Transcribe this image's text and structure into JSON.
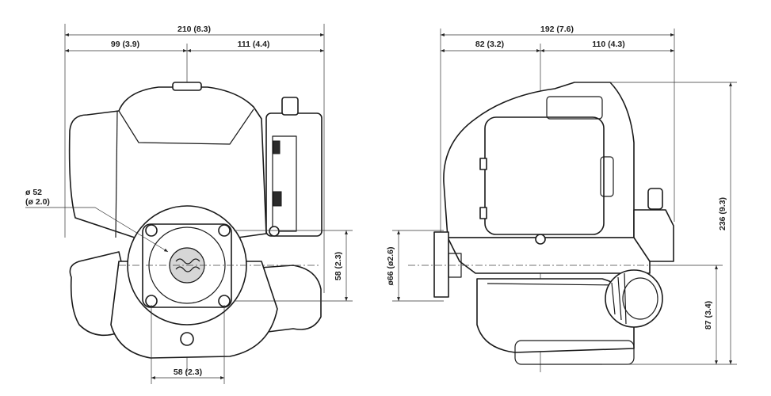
{
  "front_view": {
    "overall_width": "210 (8.3)",
    "left_width": "99 (3.9)",
    "right_width": "111 (4.4)",
    "bore_diameter_line1": "ø 52",
    "bore_diameter_line2": "(ø 2.0)",
    "shaft_vertical": "58 (2.3)",
    "mount_horizontal": "58 (2.3)"
  },
  "side_view": {
    "overall_width": "192 (7.6)",
    "left_width": "82 (3.2)",
    "right_width": "110 (4.3)",
    "overall_height": "236 (9.3)",
    "shaft_height": "87 (3.4)",
    "flange_diameter": "ø66 (ø2.6)"
  }
}
